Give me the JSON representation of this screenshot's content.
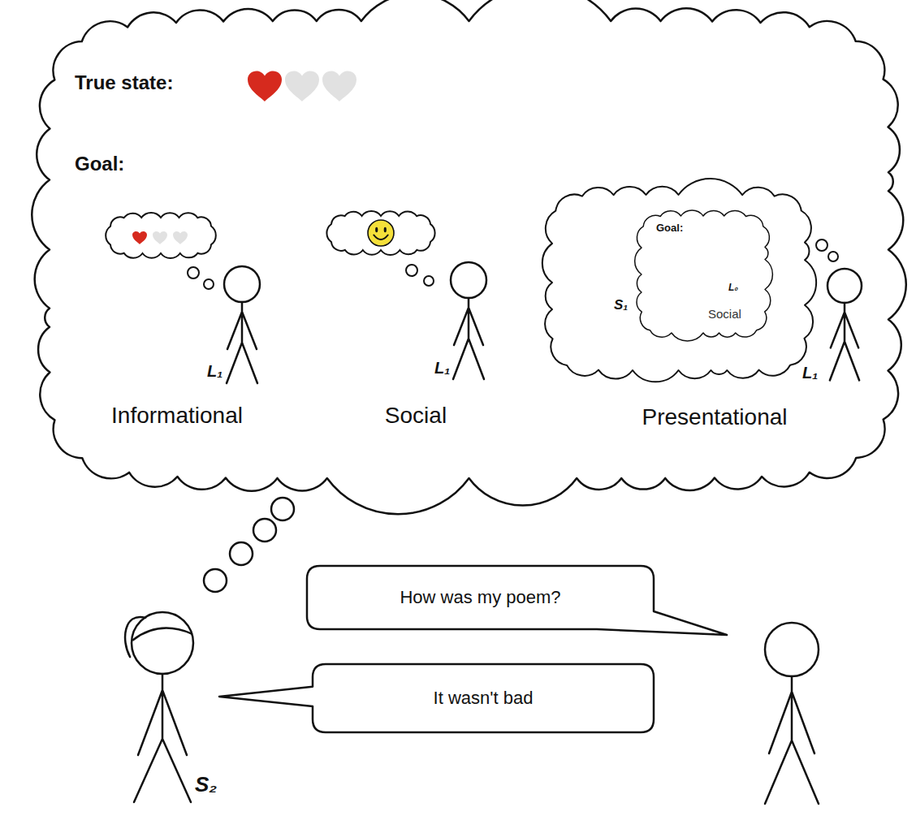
{
  "diagram": {
    "nodes": [
      {
        "text": [
          "True state:",
          "Goal:"
        ]
      },
      {
        "text": [
          "S₁"
        ],
        "in": 0
      },
      {
        "text": [
          "Goal:",
          "L₀",
          "Social"
        ],
        "in": 1
      },
      {
        "text": [
          "How was my poem?"
        ]
      },
      {
        "text": [
          "It wasn't bad"
        ]
      }
    ],
    "labels": [
      "L₁",
      "L₁",
      "L₁",
      "Informational",
      "Social",
      "Presentational",
      "S₂"
    ]
  }
}
